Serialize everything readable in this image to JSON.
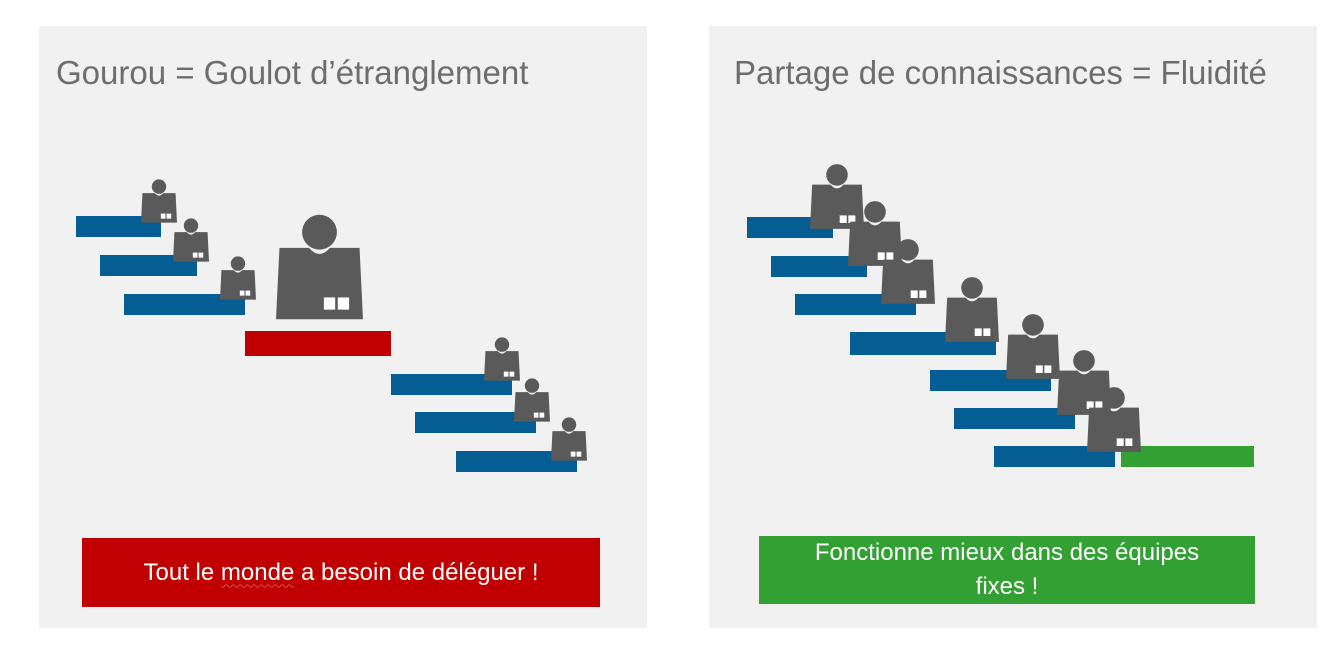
{
  "colors": {
    "panel_bg": "#f1f1f1",
    "title_text": "#6d6d6d",
    "blue_bar": "#045d93",
    "red": "#c00000",
    "green": "#33a033",
    "person_icon": "#5a5a5a"
  },
  "left_panel": {
    "title": "Gourou = Goulot d’étranglement",
    "banner": {
      "text_before": "Tout le ",
      "text_underlined": "monde",
      "text_after": " a besoin de déléguer !"
    },
    "icons": "person-icon"
  },
  "right_panel": {
    "title": "Partage de connaissances = Fluidité",
    "banner": {
      "line1": "Fonctionne mieux dans des équipes",
      "line2": "fixes !"
    },
    "icons": "person-icon"
  }
}
